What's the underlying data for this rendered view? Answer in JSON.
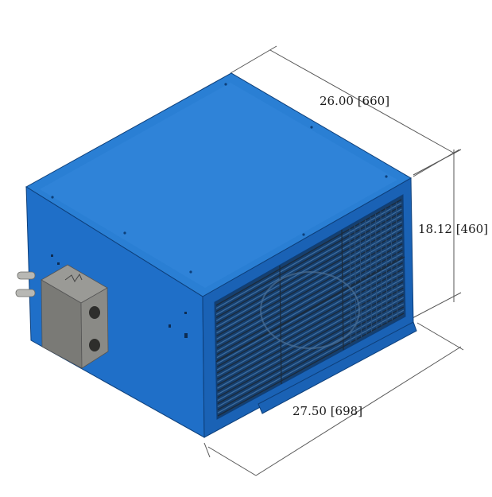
{
  "colors": {
    "top": "#2a7fd4",
    "left": "#1f6fc8",
    "front": "#1a62b5",
    "edge": "#0d3f7a",
    "grille": "#1b2a3a",
    "junction_box": "#8a8a86",
    "junction_box_dark": "#6f6f6b",
    "dimension_line": "#555555"
  },
  "dimensions": {
    "depth_label": "26.00 [660]",
    "height_label": "18.12 [460]",
    "width_label": "27.50 [698]"
  }
}
